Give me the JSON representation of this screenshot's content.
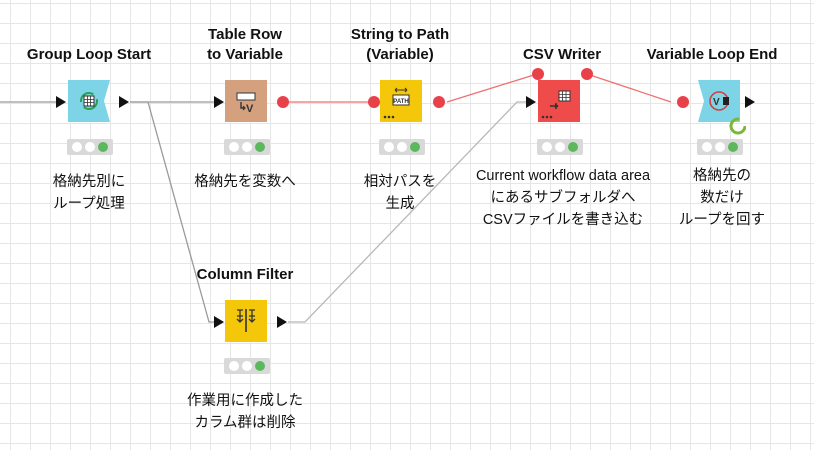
{
  "nodes": {
    "group_loop_start": {
      "title": "Group Loop Start",
      "desc": [
        "格納先別に",
        "ループ処理"
      ],
      "color": "#7dd4e6"
    },
    "table_row_to_variable": {
      "title": [
        "Table Row",
        "to Variable"
      ],
      "desc": [
        "格納先を変数へ"
      ],
      "color": "#d4a07e"
    },
    "string_to_path": {
      "title": [
        "String to Path",
        "(Variable)"
      ],
      "desc": [
        "相対パスを",
        "生成"
      ],
      "icon_text": "PATH",
      "color": "#f5c70a"
    },
    "csv_writer": {
      "title": "CSV Writer",
      "desc": [
        "Current workflow data area",
        "にあるサブフォルダへ",
        "CSVファイルを書き込む"
      ],
      "color": "#f04b4b"
    },
    "variable_loop_end": {
      "title": "Variable Loop End",
      "desc": [
        "格納先の",
        "数だけ",
        "ループを回す"
      ],
      "color": "#7dd4e6"
    },
    "column_filter": {
      "title": "Column Filter",
      "desc": [
        "作業用に作成した",
        "カラム群は削除"
      ],
      "color": "#f5c70a"
    }
  },
  "connection_colors": {
    "data": "#b0b0b0",
    "variable": "#f07070"
  },
  "status_colors": {
    "idle": "#ffffff",
    "executed": "#5cb85c"
  }
}
